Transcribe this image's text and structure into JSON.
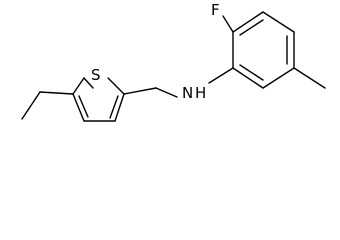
{
  "diagram": {
    "type": "skeletal chemical structure",
    "atom_labels": {
      "sulfur": "S",
      "nitrogen": "N",
      "hydrogen": "H",
      "fluorine": "F"
    },
    "colors": {
      "bond": "#000000",
      "label": "#000000",
      "background": "#ffffff"
    }
  }
}
